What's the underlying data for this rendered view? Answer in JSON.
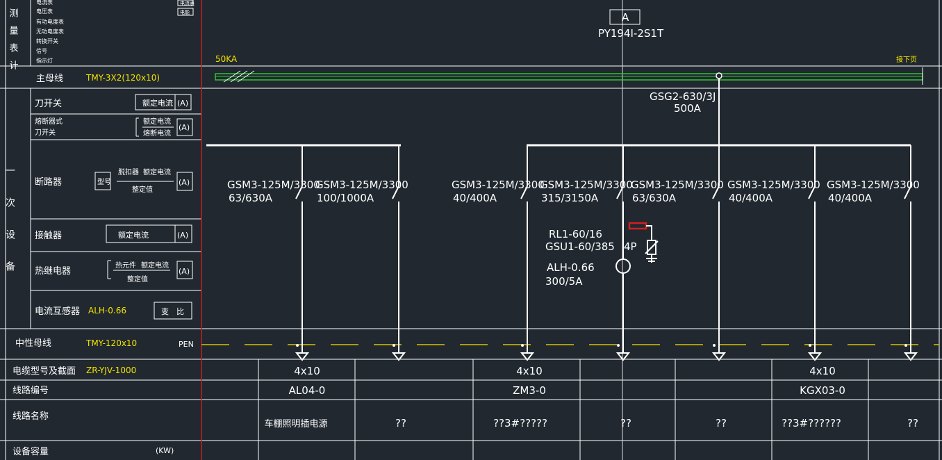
{
  "colors": {
    "background": "#212830",
    "line_white": "#ffffff",
    "text_yellow": "#f2e400",
    "red_border": "#c81e1e",
    "busbar_green": "#2fc62f",
    "neutral_dash": "#d8c200"
  },
  "left_panel": {
    "meter_group": "测量表计",
    "meter_items": [
      "电流表",
      "电压表",
      "有功电度表",
      "无功电度表",
      "转换开关",
      "信号",
      "指示灯"
    ],
    "meter_boxes": [
      "电流表",
      "电能"
    ],
    "busbar_label": "主母线",
    "busbar_value": "TMY-3X2(120x10)",
    "knife_switch": "刀开关",
    "rated_current": "额定电流",
    "fuse_switch_1": "熔断器式",
    "fuse_switch_2": "刀开关",
    "fuse_current": "熔断电流",
    "breaker": "断路器",
    "model": "型号",
    "trip_unit": "脱扣器",
    "setting": "整定值",
    "unit_a": "(A)",
    "primary_group": "一次设备",
    "contactor": "接触器",
    "thermal_relay": "热继电器",
    "heat_element": "热元件",
    "ct_label": "电流互感器",
    "ct_value": "ALH-0.66",
    "ratio": "变　比",
    "neutral_label": "中性母线",
    "neutral_value": "TMY-120x10",
    "pen": "PEN",
    "cable_label": "电缆型号及截面",
    "cable_value": "ZR-YJV-1000",
    "circuit_no_label": "线路编号",
    "circuit_name_label": "线路名称",
    "capacity_label": "设备容量",
    "kw": "(KW)"
  },
  "diagram": {
    "meter_box": "A",
    "meter_model": "PY194I-2S1T",
    "short_circuit": "50KA",
    "end_note": "接下页",
    "main_switch": "GSG2-630/3J",
    "main_switch_rating": "500A",
    "fuse": "RL1-60/16",
    "spd": "GSU1-60/385",
    "spd_pole": "4P",
    "main_ct": "ALH-0.66",
    "main_ct_ratio": "300/5A"
  },
  "feeders": [
    {
      "breaker": "GSM3-125M/3300",
      "rating": "63/630A"
    },
    {
      "breaker": "GSM3-125M/3300",
      "rating": "100/1000A"
    },
    {
      "breaker": "GSM3-125M/3300",
      "rating": "40/400A"
    },
    {
      "breaker": "GSM3-125M/3300",
      "rating": "315/3150A"
    },
    {
      "breaker": "GSM3-125M/3300",
      "rating": "63/630A"
    },
    {
      "breaker": "GSM3-125M/3300",
      "rating": "40/400A"
    },
    {
      "breaker": "GSM3-125M/3300",
      "rating": "40/400A"
    }
  ],
  "table": {
    "cable": [
      "4x10",
      "4x10",
      "4x10"
    ],
    "circuit_no": [
      "AL04-0",
      "ZM3-0",
      "KGX03-0"
    ],
    "circuit_name": [
      "车棚照明插电源",
      "??",
      "??3#?????",
      "??",
      "??",
      "??3#??????",
      "??"
    ]
  }
}
